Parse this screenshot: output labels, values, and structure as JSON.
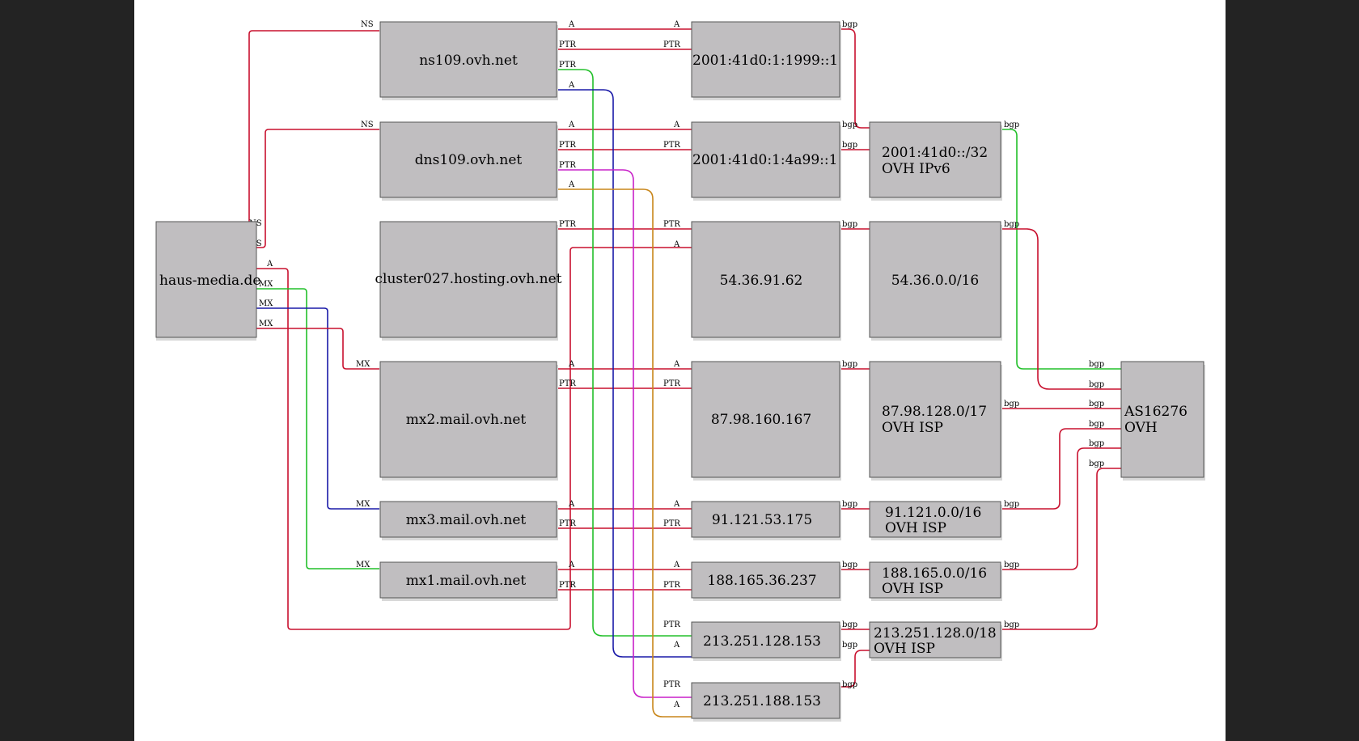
{
  "colors": {
    "red": "#c8102e",
    "green": "#22c02a",
    "blue": "#1a1aa8",
    "magenta": "#c820c8",
    "orange": "#c8861a",
    "node_fill": "#c0bec0",
    "background": "#232323"
  },
  "nodes": {
    "haus": "haus-media.de",
    "ns109": "ns109.ovh.net",
    "dns109": "dns109.ovh.net",
    "cluster": "cluster027.hosting.ovh.net",
    "mx2": "mx2.mail.ovh.net",
    "mx3": "mx3.mail.ovh.net",
    "mx1": "mx1.mail.ovh.net",
    "ip6a": "2001:41d0:1:1999::1",
    "ip6b": "2001:41d0:1:4a99::1",
    "ip54": "54.36.91.62",
    "ip87": "87.98.160.167",
    "ip91": "91.121.53.175",
    "ip188": "188.165.36.237",
    "ip213a": "213.251.128.153",
    "ip213b": "213.251.188.153",
    "net6_l1": "2001:41d0::/32",
    "net6_l2": "OVH IPv6",
    "net54": "54.36.0.0/16",
    "net87_l1": "87.98.128.0/17",
    "net87_l2": "OVH ISP",
    "net91_l1": "91.121.0.0/16",
    "net91_l2": "OVH ISP",
    "net188_l1": "188.165.0.0/16",
    "net188_l2": "OVH ISP",
    "net213_l1": "213.251.128.0/18",
    "net213_l2": "OVH ISP",
    "as_l1": "AS16276",
    "as_l2": "OVH"
  },
  "labels": {
    "ns": "NS",
    "a": "A",
    "mx": "MX",
    "ptr": "PTR",
    "bgp": "bgp"
  }
}
